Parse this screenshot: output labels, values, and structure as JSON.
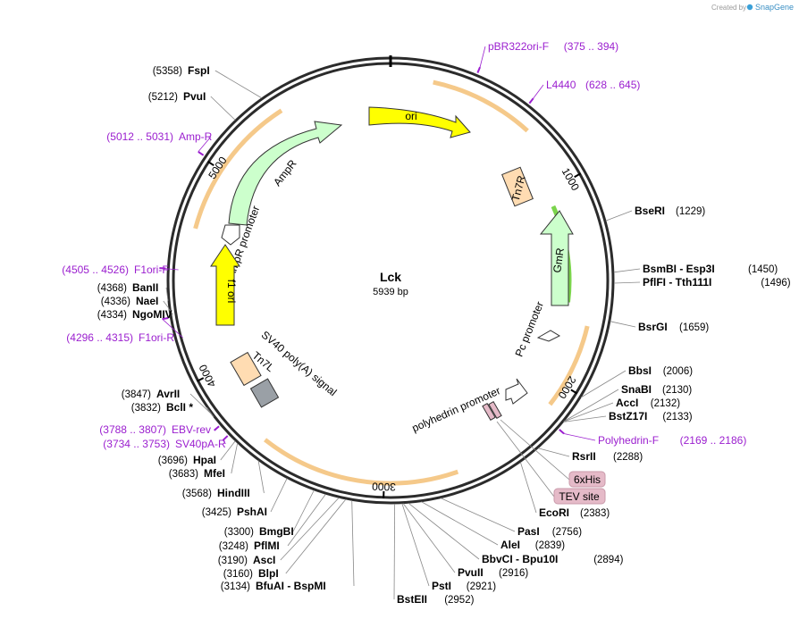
{
  "credit": {
    "created_by": "Created by",
    "brand": "SnapGene"
  },
  "plasmid": {
    "name": "Lck",
    "length_label": "5939 bp",
    "length_bp": 5939
  },
  "ticks": [
    {
      "bp": 1000,
      "label": "1000"
    },
    {
      "bp": 2000,
      "label": "2000"
    },
    {
      "bp": 3000,
      "label": "3000"
    },
    {
      "bp": 4000,
      "label": "4000"
    },
    {
      "bp": 5000,
      "label": "5000"
    }
  ],
  "sites": [
    {
      "name": "FspI",
      "pos": "(5358)",
      "side": "left"
    },
    {
      "name": "PvuI",
      "pos": "(5212)",
      "side": "left"
    },
    {
      "name": "BanII",
      "pos": "(4368)",
      "side": "left"
    },
    {
      "name": "NaeI",
      "pos": "(4336)",
      "side": "left"
    },
    {
      "name": "NgoMIV",
      "pos": "(4334)",
      "side": "left"
    },
    {
      "name": "AvrII",
      "pos": "(3847)",
      "side": "left"
    },
    {
      "name": "BclI *",
      "pos": "(3832)",
      "side": "left"
    },
    {
      "name": "HpaI",
      "pos": "(3696)",
      "side": "left"
    },
    {
      "name": "MfeI",
      "pos": "(3683)",
      "side": "left"
    },
    {
      "name": "HindIII",
      "pos": "(3568)",
      "side": "left"
    },
    {
      "name": "PshAI",
      "pos": "(3425)",
      "side": "left"
    },
    {
      "name": "BmgBI",
      "pos": "(3300)",
      "side": "left"
    },
    {
      "name": "PflMI",
      "pos": "(3248)",
      "side": "left"
    },
    {
      "name": "AscI",
      "pos": "(3190)",
      "side": "left"
    },
    {
      "name": "BlpI",
      "pos": "(3160)",
      "side": "left"
    },
    {
      "name": "BfuAI  -  BspMI",
      "pos": "(3134)",
      "side": "left"
    },
    {
      "name": "BstEII",
      "pos": "(2952)",
      "side": "right"
    },
    {
      "name": "PstI",
      "pos": "(2921)",
      "side": "right"
    },
    {
      "name": "PvuII",
      "pos": "(2916)",
      "side": "right"
    },
    {
      "name": "BbvCI  -  Bpu10I",
      "pos": "(2894)",
      "side": "right"
    },
    {
      "name": "AleI",
      "pos": "(2839)",
      "side": "right"
    },
    {
      "name": "PasI",
      "pos": "(2756)",
      "side": "right"
    },
    {
      "name": "EcoRI",
      "pos": "(2383)",
      "side": "right"
    },
    {
      "name": "RsrII",
      "pos": "(2288)",
      "side": "right"
    },
    {
      "name": "BstZ17I",
      "pos": "(2133)",
      "side": "right"
    },
    {
      "name": "AccI",
      "pos": "(2132)",
      "side": "right"
    },
    {
      "name": "SnaBI",
      "pos": "(2130)",
      "side": "right"
    },
    {
      "name": "BbsI",
      "pos": "(2006)",
      "side": "right"
    },
    {
      "name": "BsrGI",
      "pos": "(1659)",
      "side": "right"
    },
    {
      "name": "PflFI  -  Tth111I",
      "pos": "(1496)",
      "side": "right"
    },
    {
      "name": "BsmBI  -  Esp3I",
      "pos": "(1450)",
      "side": "right"
    },
    {
      "name": "BseRI",
      "pos": "(1229)",
      "side": "right"
    }
  ],
  "primers": [
    {
      "name": "pBR322ori-F",
      "range": "(375 .. 394)",
      "side": "right"
    },
    {
      "name": "L4440",
      "range": "(628 .. 645)",
      "side": "right"
    },
    {
      "name": "Polyhedrin-F",
      "range": "(2169 .. 2186)",
      "side": "right"
    },
    {
      "name": "Amp-R",
      "range": "(5012 .. 5031)",
      "side": "left"
    },
    {
      "name": "F1ori-F",
      "range": "(4505 .. 4526)",
      "side": "left"
    },
    {
      "name": "F1ori-R",
      "range": "(4296 .. 4315)",
      "side": "left"
    },
    {
      "name": "EBV-rev",
      "range": "(3788 .. 3807)",
      "side": "left"
    },
    {
      "name": "SV40pA-R",
      "range": "(3734 .. 3753)",
      "side": "left"
    }
  ],
  "features": {
    "ori": "ori",
    "tn7r": "Tn7R",
    "gmr": "GmR",
    "pc_promoter": "Pc promoter",
    "polyhedrin_promoter": "polyhedrin promoter",
    "ampr": "AmpR",
    "ampr_promoter": "AmpR promoter",
    "f1_ori": "f1 ori",
    "sv40_polya": "SV40 poly(A) signal",
    "tn7l": "Tn7L",
    "his_tag": "6xHis",
    "tev_site": "TEV site"
  },
  "colors": {
    "backbone": "#2b2b2b",
    "primer": "#9b1fcf",
    "ori": "#ffff00",
    "resistance": "#ccffcc",
    "tn7": "#ffdcb2",
    "promoter_arrow": "#ffffff",
    "highlight_orange": "#f5c98a",
    "highlight_green": "#7bd44c",
    "tag_fill": "#e5bac8",
    "terminator": "#9aa0a6"
  }
}
